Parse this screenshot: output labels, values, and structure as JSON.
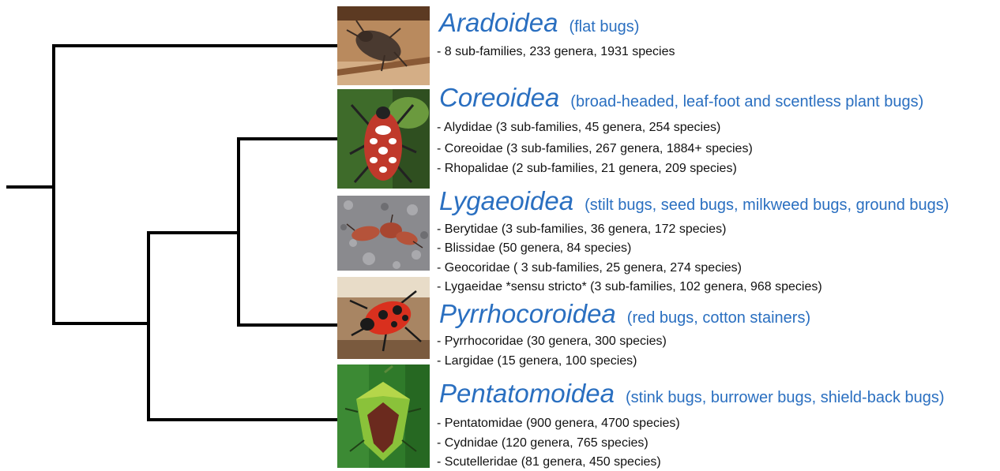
{
  "groups": [
    {
      "name": "Aradoidea",
      "common_names": "(flat bugs)",
      "families": [
        "- 8 sub-families, 233 genera, 1931 species"
      ]
    },
    {
      "name": "Coreoidea",
      "common_names": "(broad-headed, leaf-foot and scentless plant bugs)",
      "families": [
        "- Alydidae (3 sub-families, 45 genera, 254 species)",
        "- Coreoidae (3 sub-families, 267 genera, 1884+ species)",
        "- Rhopalidae (2 sub-families, 21 genera, 209 species)"
      ]
    },
    {
      "name": "Lygaeoidea",
      "common_names": "(stilt bugs, seed bugs, milkweed bugs, ground bugs)",
      "families": [
        "- Berytidae (3 sub-families, 36 genera, 172 species)",
        "- Blissidae (50 genera, 84 species)",
        "- Geocoridae ( 3 sub-families, 25 genera, 274 species)",
        "- Lygaeidae *sensu stricto* (3 sub-families, 102 genera, 968 species)"
      ]
    },
    {
      "name": "Pyrrhocoroidea",
      "common_names": "(red bugs, cotton stainers)",
      "families": [
        "- Pyrrhocoridae (30 genera, 300 species)",
        "- Largidae (15 genera, 100 species)"
      ]
    },
    {
      "name": "Pentatomoidea",
      "common_names": "(stink bugs, burrower bugs, shield-back bugs)",
      "families": [
        "- Pentatomidae  (900 genera, 4700 species)",
        "- Cydnidae (120 genera, 765 species)",
        "- Scutelleridae (81 genera, 450 species)"
      ]
    }
  ],
  "colors": {
    "title_blue": "#2a6fc0",
    "tree_line": "#000000"
  }
}
